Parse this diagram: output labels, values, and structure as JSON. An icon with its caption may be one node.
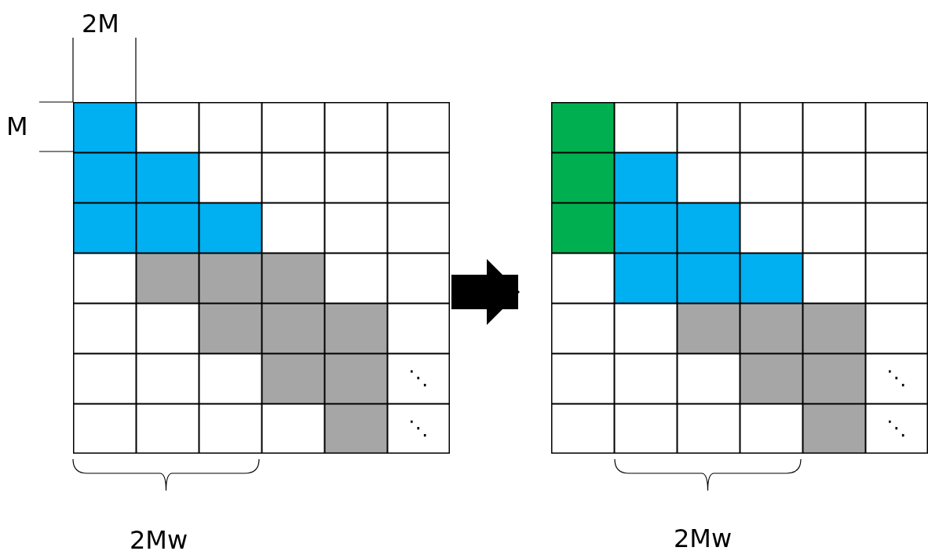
{
  "diagram": {
    "nodes": [
      {
        "text": [
          "⋱",
          "⋱"
        ]
      },
      {
        "text": [
          "⋱",
          "⋱"
        ]
      }
    ],
    "edges": [
      {
        "from": 0,
        "to": 1,
        "arrow": "to"
      }
    ],
    "labels": [
      "2M",
      "M",
      "2Mw",
      "2Mw"
    ]
  }
}
